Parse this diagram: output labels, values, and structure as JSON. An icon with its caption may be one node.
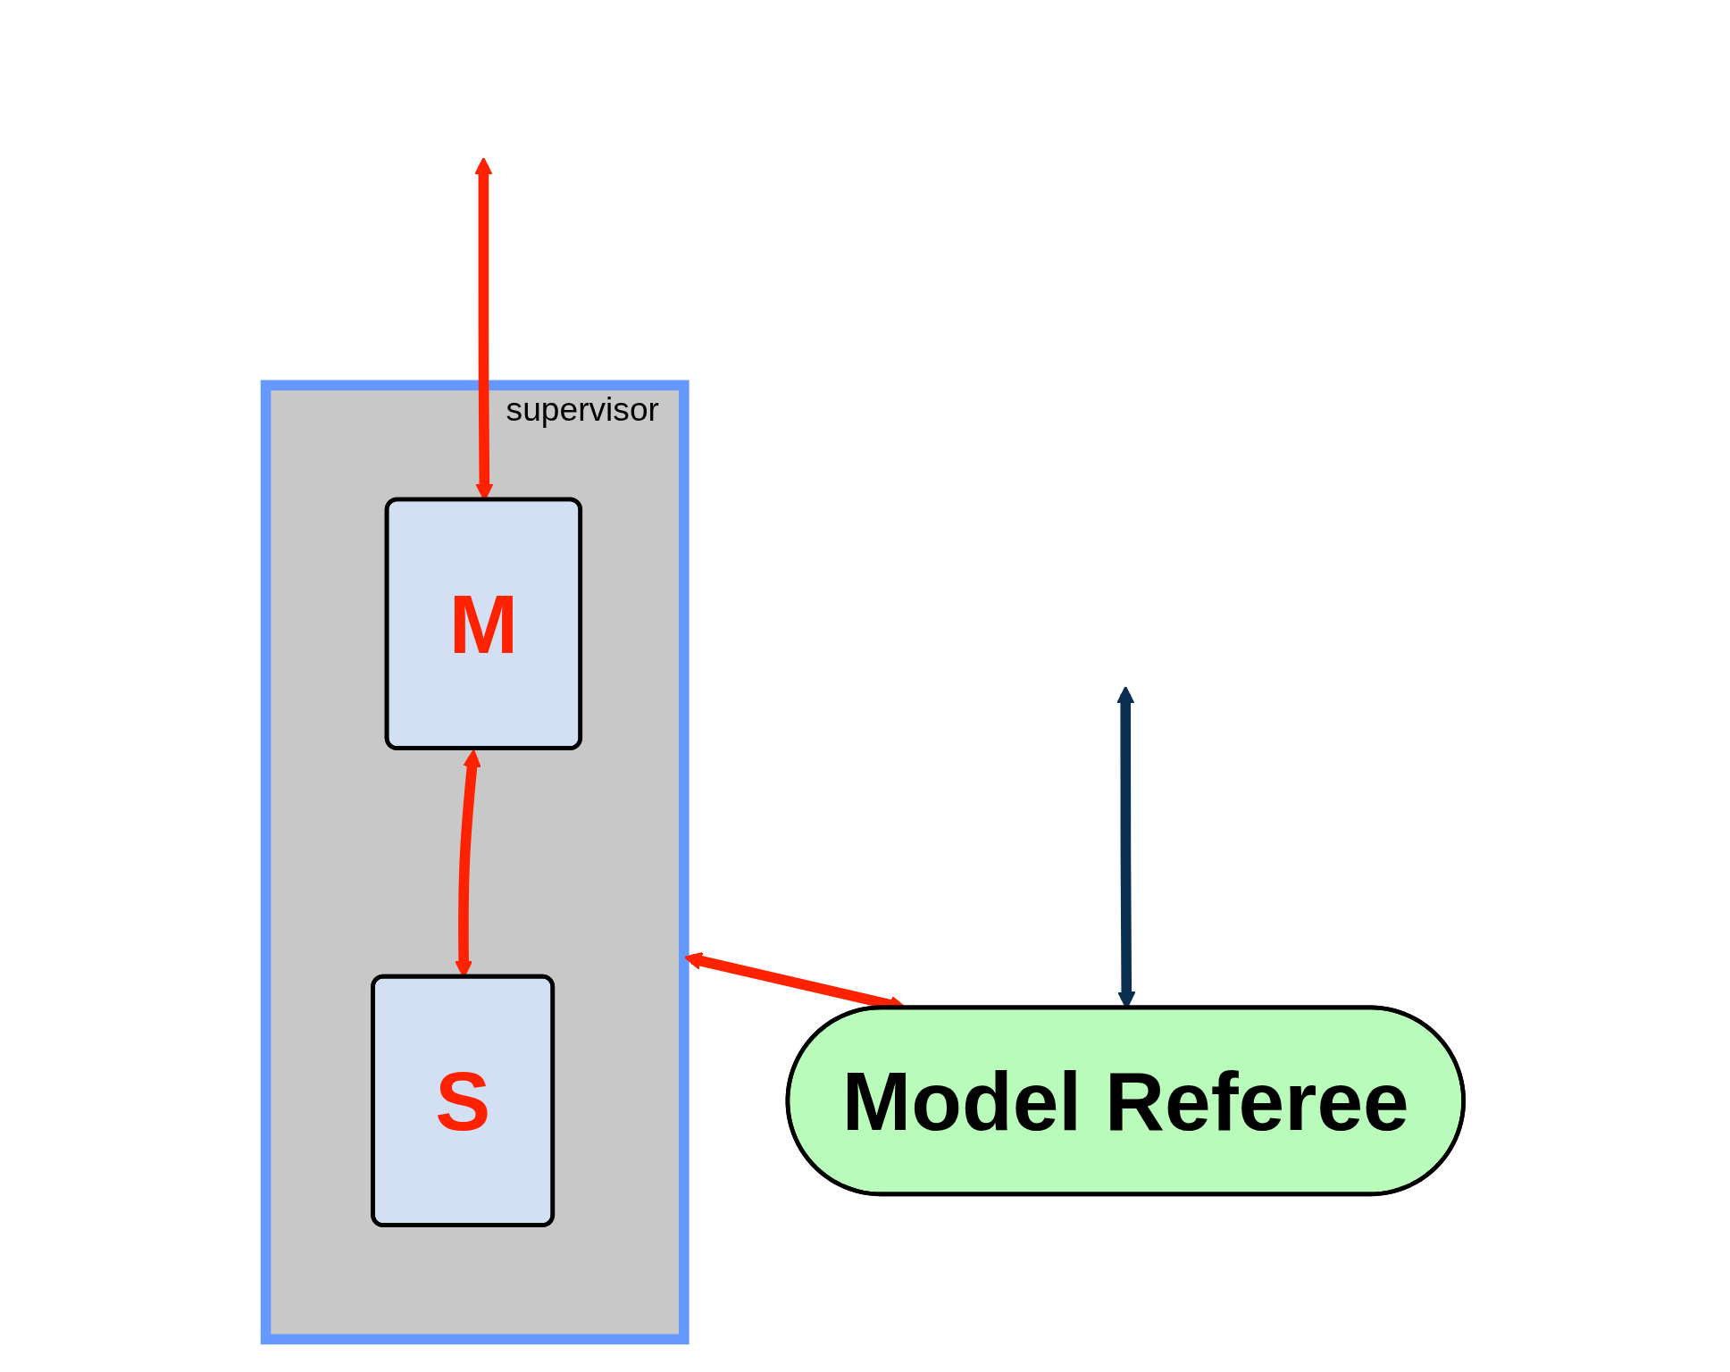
{
  "diagram": {
    "nodes": [
      {
        "text": [
          "supervisor"
        ]
      },
      {
        "text": [
          "M"
        ],
        "in": 0
      },
      {
        "text": [
          "S"
        ],
        "in": 0
      },
      {
        "text": [
          "Model Referee"
        ]
      }
    ],
    "edges": [
      {
        "from": null,
        "to": 1,
        "arrow": "both"
      },
      {
        "from": 1,
        "to": 2,
        "arrow": "both"
      },
      {
        "from": 0,
        "to": 3,
        "arrow": "both"
      },
      {
        "from": null,
        "to": 3,
        "arrow": "both",
        "color": "#0b2f50"
      }
    ]
  }
}
